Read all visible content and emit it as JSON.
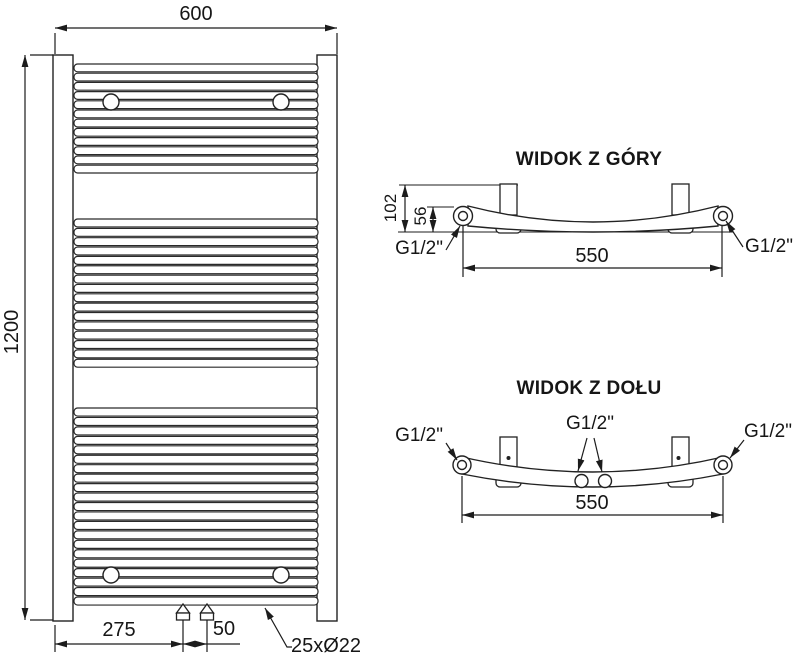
{
  "drawing": {
    "front_view": {
      "dims": {
        "width": "600",
        "height": "1200",
        "bottom_offset": "275",
        "valve_spacing": "50",
        "tube_spec": "25xØ22"
      },
      "tube_groups": [
        {
          "count": 12
        },
        {
          "count": 16
        },
        {
          "count": 21
        }
      ]
    },
    "top_view": {
      "title": "WIDOK Z GÓRY",
      "dims": {
        "depth": "102",
        "rail_depth": "56",
        "span": "550"
      },
      "connections": {
        "left": "G1/2\"",
        "right": "G1/2\""
      }
    },
    "bottom_view": {
      "title": "WIDOK Z DOŁU",
      "dims": {
        "span": "550"
      },
      "connections": {
        "left": "G1/2\"",
        "center": "G1/2\"",
        "right": "G1/2\""
      }
    }
  }
}
